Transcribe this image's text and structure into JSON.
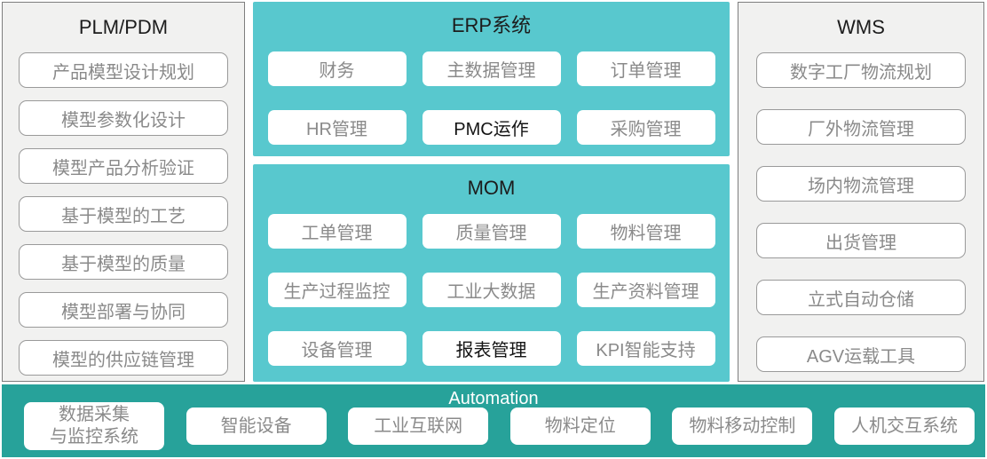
{
  "colors": {
    "teal_light": "#58C8CE",
    "teal_dark": "#27A29A",
    "side_panel_bg": "#F1F1F0",
    "side_panel_border": "#7E7E7E",
    "chip_border": "#9A9A9A",
    "chip_text": "#8A8A8A",
    "chip_text_highlight": "#141414",
    "heading_text": "#1C1C1C",
    "automation_title_text": "#FFFFFF"
  },
  "panels": {
    "plm": {
      "title": "PLM/PDM",
      "items": [
        "产品模型设计规划",
        "模型参数化设计",
        "模型产品分析验证",
        "基于模型的工艺",
        "基于模型的质量",
        "模型部署与协同",
        "模型的供应链管理"
      ]
    },
    "erp": {
      "title": "ERP系统",
      "items": [
        {
          "label": "财务",
          "highlight": false
        },
        {
          "label": "主数据管理",
          "highlight": false
        },
        {
          "label": "订单管理",
          "highlight": false
        },
        {
          "label": "HR管理",
          "highlight": false
        },
        {
          "label": "PMC运作",
          "highlight": true
        },
        {
          "label": "采购管理",
          "highlight": false
        }
      ]
    },
    "mom": {
      "title": "MOM",
      "items": [
        {
          "label": "工单管理",
          "highlight": false
        },
        {
          "label": "质量管理",
          "highlight": false
        },
        {
          "label": "物料管理",
          "highlight": false
        },
        {
          "label": "生产过程监控",
          "highlight": false
        },
        {
          "label": "工业大数据",
          "highlight": false
        },
        {
          "label": "生产资料管理",
          "highlight": false
        },
        {
          "label": "设备管理",
          "highlight": false
        },
        {
          "label": "报表管理",
          "highlight": true
        },
        {
          "label": "KPI智能支持",
          "highlight": false
        }
      ]
    },
    "wms": {
      "title": "WMS",
      "items": [
        "数字工厂物流规划",
        "厂外物流管理",
        "场内物流管理",
        "出货管理",
        "立式自动仓储",
        "AGV运载工具"
      ]
    },
    "automation": {
      "title": "Automation",
      "items": [
        "数据采集\n与监控系统",
        "智能设备",
        "工业互联网",
        "物料定位",
        "物料移动控制",
        "人机交互系统"
      ]
    }
  }
}
